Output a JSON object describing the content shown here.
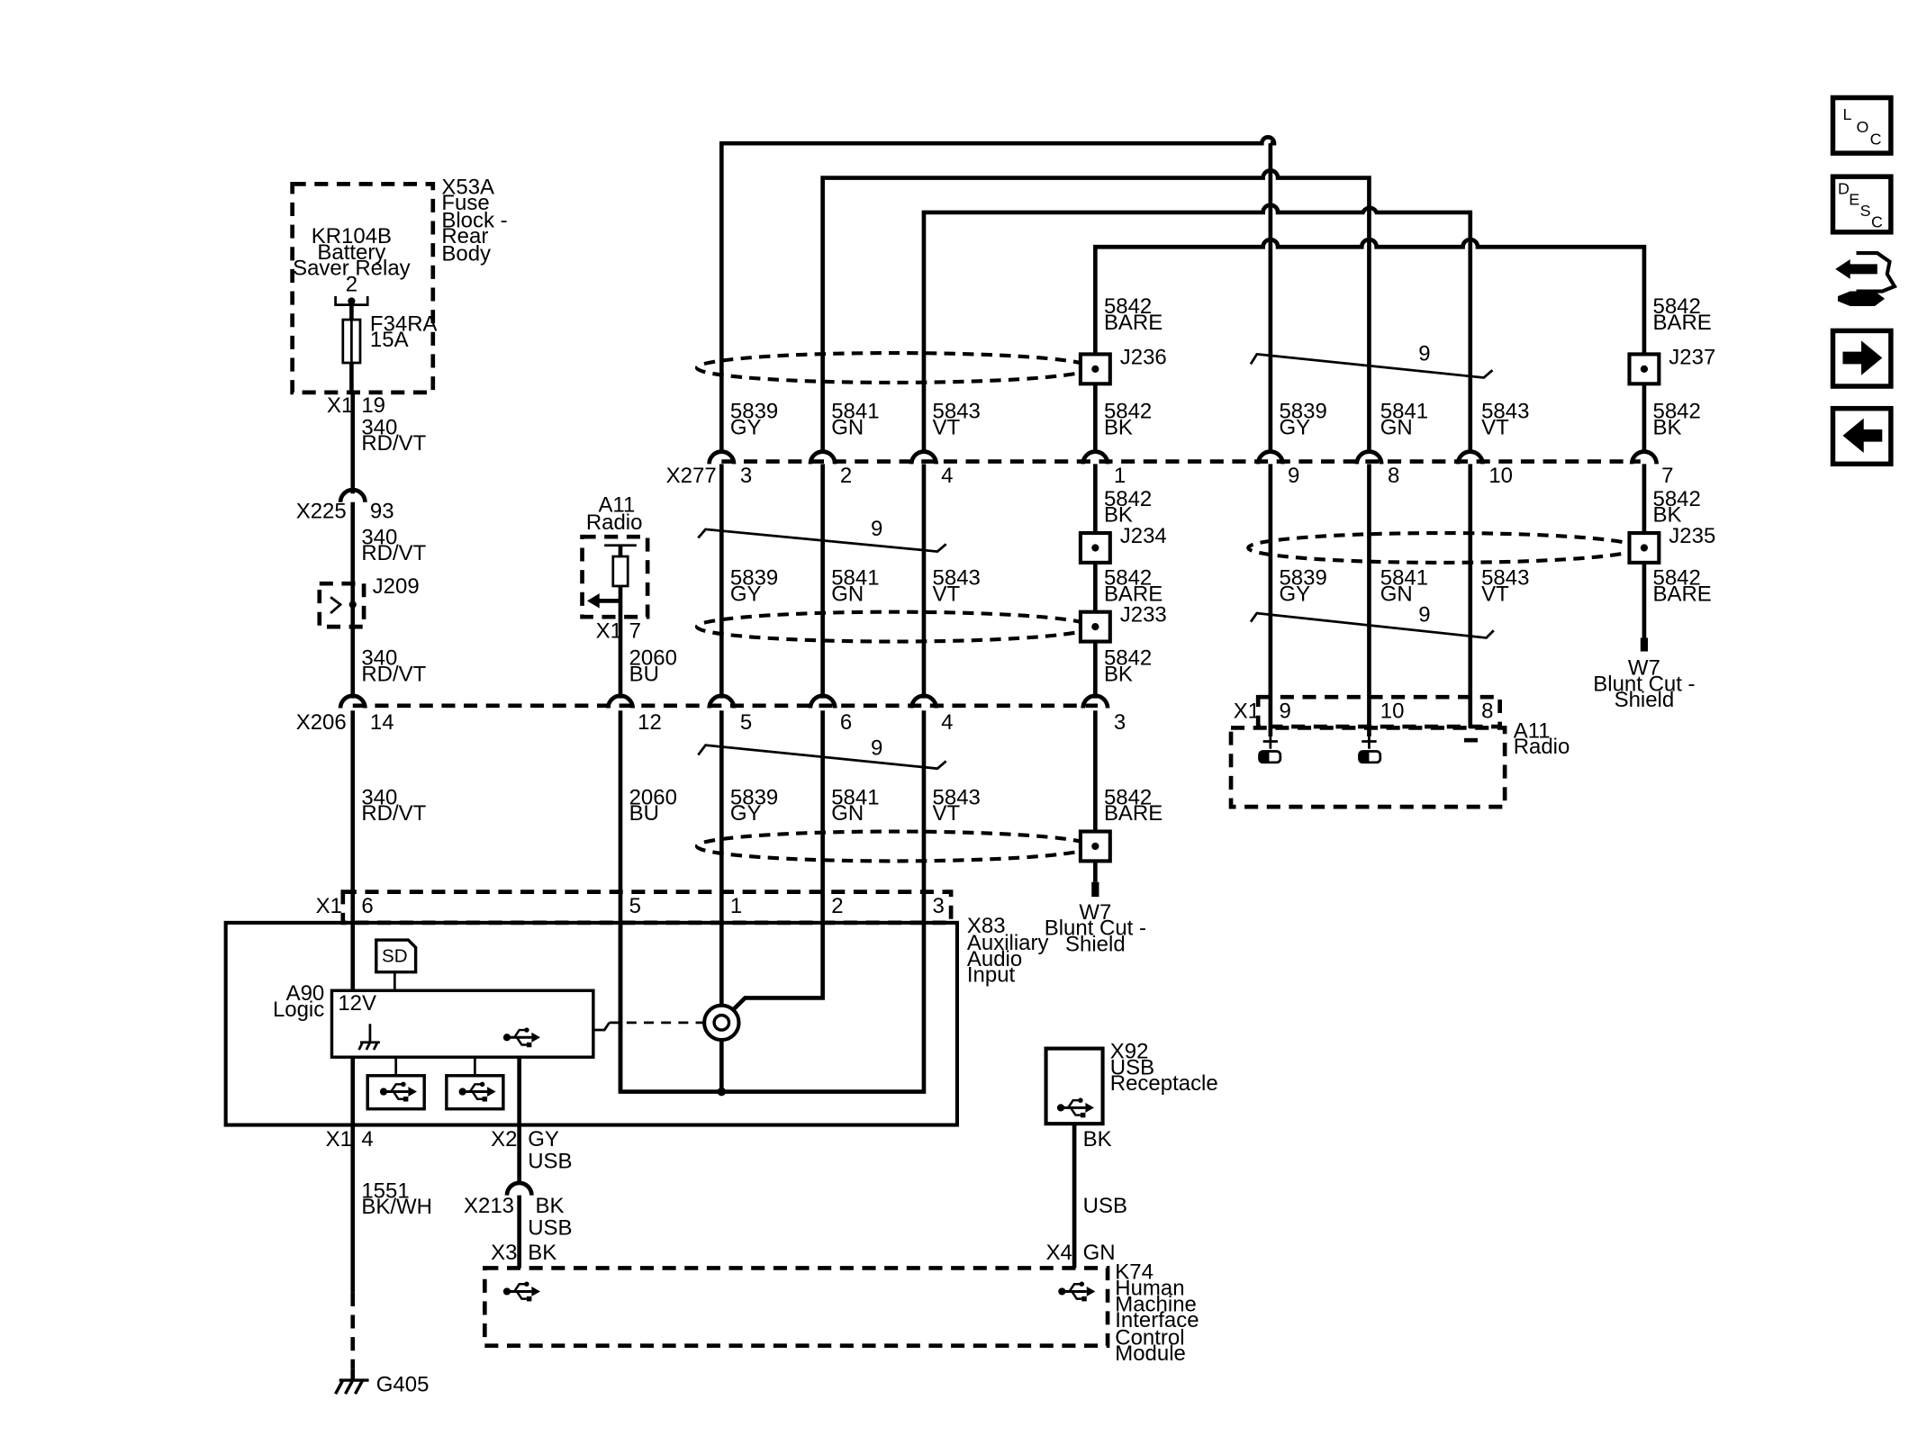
{
  "fuse_block": {
    "ref": "X53A",
    "name": [
      "Fuse",
      "Block -",
      "Rear",
      "Body"
    ],
    "relay": [
      "KR104B",
      "Battery",
      "Saver Relay"
    ],
    "relay_pin": "2",
    "fuse": "F34RA",
    "rating": "15A",
    "conn": "X1",
    "pin": "19"
  },
  "wires": {
    "w340": [
      "340",
      "RD/VT"
    ],
    "w2060": [
      "2060",
      "BU"
    ],
    "w5839": [
      "5839",
      "GY"
    ],
    "w5841": [
      "5841",
      "GN"
    ],
    "w5843": [
      "5843",
      "VT"
    ],
    "w5842_bare": [
      "5842",
      "BARE"
    ],
    "w5842_bk": [
      "5842",
      "BK"
    ],
    "w1551": [
      "1551",
      "BK/WH"
    ]
  },
  "connectors": {
    "x225": {
      "ref": "X225",
      "pin": "93"
    },
    "x277": {
      "ref": "X277",
      "pins": [
        "3",
        "2",
        "4",
        "1",
        "9",
        "8",
        "10",
        "7"
      ]
    },
    "x206": {
      "ref": "X206",
      "pins": [
        "14",
        "12",
        "5",
        "6",
        "4",
        "3"
      ]
    },
    "x83_x1": {
      "ref": "X1",
      "pins": [
        "6",
        "5",
        "1",
        "2",
        "3"
      ]
    },
    "x83_out": {
      "x1": "X1",
      "x1_pin": "4",
      "x2": "X2",
      "x2_pin": "GY",
      "usb": "USB"
    },
    "x213": {
      "ref": "X213",
      "pin": "BK",
      "usb": "USB"
    },
    "k74_x3": {
      "ref": "X3",
      "pin": "BK"
    },
    "k74_x4": {
      "ref": "X4",
      "pin": "GN"
    },
    "a11_x1": {
      "ref": "X1",
      "pins": [
        "9",
        "10",
        "8"
      ]
    },
    "a11_top_x1": {
      "ref": "X1",
      "pin": "7"
    }
  },
  "splices": {
    "j209": "J209",
    "j236": "J236",
    "j237": "J237",
    "j234": "J234",
    "j233": "J233",
    "j235": "J235"
  },
  "twist_count": "9",
  "components": {
    "a11_top": {
      "ref": "A11",
      "name": "Radio"
    },
    "a11_right": {
      "ref": "A11",
      "name": "Radio"
    },
    "x83": {
      "ref": "X83",
      "name": [
        "Auxiliary",
        "Audio",
        "Input"
      ]
    },
    "a90": {
      "ref": "A90",
      "name": "Logic",
      "supply": "12V",
      "card": "SD"
    },
    "x92": {
      "ref": "X92",
      "name": [
        "USB",
        "Receptacle"
      ],
      "pin": "BK",
      "usb": "USB"
    },
    "k74": {
      "ref": "K74",
      "name": [
        "Human",
        "Machine",
        "Interface",
        "Control",
        "Module"
      ]
    },
    "w7_left": {
      "ref": "W7",
      "name": [
        "Blunt Cut -",
        "Shield"
      ]
    },
    "w7_right": {
      "ref": "W7",
      "name": [
        "Blunt Cut -",
        "Shield"
      ]
    },
    "ground": {
      "ref": "G405"
    }
  },
  "nav": {
    "loc": [
      "L",
      "O",
      "C"
    ],
    "desc": [
      "D",
      "E",
      "S",
      "C"
    ],
    "connector_icon": "connector-wrench-icon",
    "next_icon": "arrow-right-icon",
    "prev_icon": "arrow-left-icon"
  }
}
